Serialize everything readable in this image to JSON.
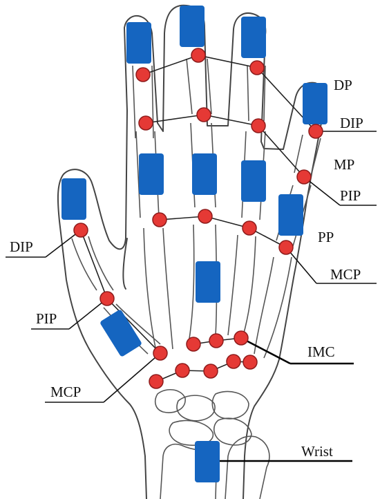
{
  "colors": {
    "sensor": "#1565c0",
    "joint_fill": "#e53935",
    "joint_stroke": "#8e1b1b",
    "outline": "#444444"
  },
  "labels": {
    "dp": "DP",
    "dip_right": "DIP",
    "mp": "MP",
    "pip_right": "PIP",
    "pp": "PP",
    "mcp_right": "MCP",
    "imc": "IMC",
    "wrist": "Wrist",
    "dip_left": "DIP",
    "pip_left": "PIP",
    "mcp_left": "MCP"
  }
}
